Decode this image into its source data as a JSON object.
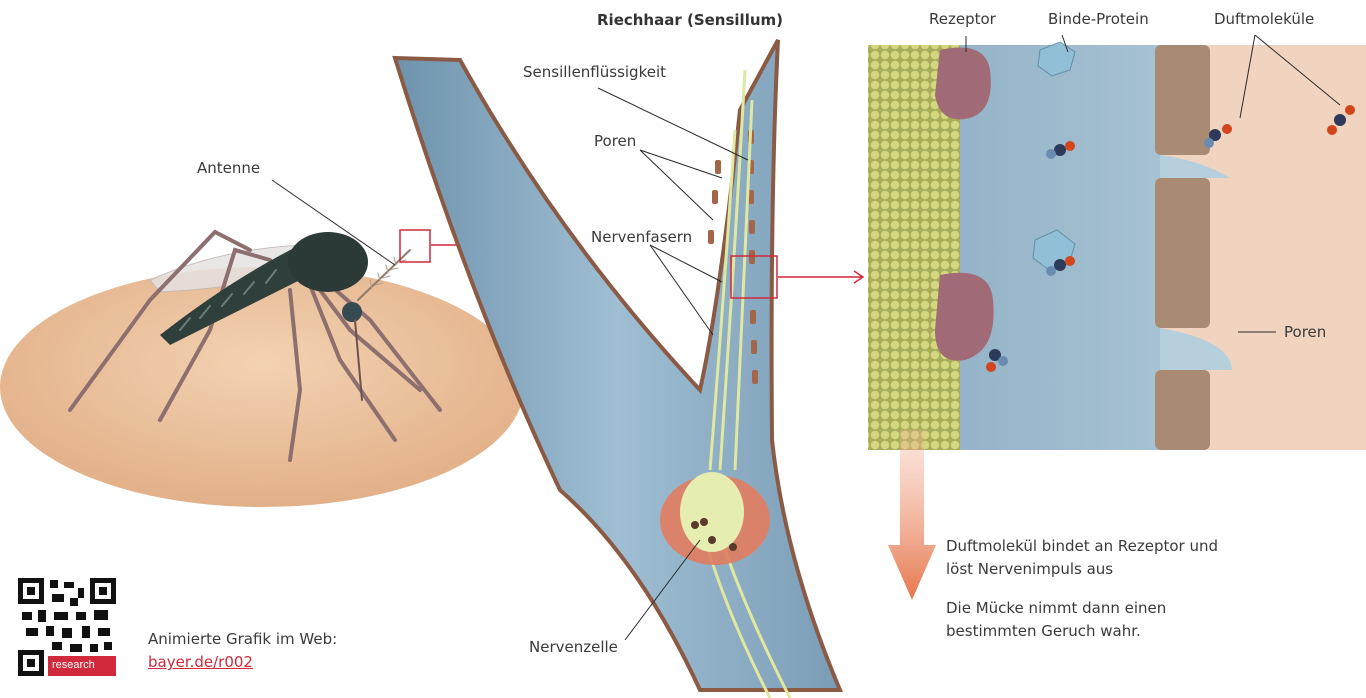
{
  "title": "Riechhaar (Sensillum)",
  "labels": {
    "antenne": "Antenne",
    "sensillen_fluessigkeit": "Sensillenflüssigkeit",
    "poren_left": "Poren",
    "nervenfasern": "Nervenfasern",
    "nervenzelle": "Nervenzelle",
    "rezeptor": "Rezeptor",
    "binde_protein": "Binde-Protein",
    "duftmolekuele": "Duftmoleküle",
    "poren_right": "Poren"
  },
  "caption": {
    "line1": "Duftmolekül bindet an Rezeptor und",
    "line2": "löst Nervenimpuls aus",
    "line3": "Die Mücke nimmt dann einen",
    "line4": "bestimmten Geruch wahr."
  },
  "web": {
    "label": "Animierte Grafik im Web:",
    "link": "bayer.de/r002",
    "qr_text": "research"
  },
  "colors": {
    "accent_red": "#d0293b",
    "arrow_orange": "#e8835c",
    "fluid_blue": "#8fb1c8",
    "wall_brown": "#8a5a44",
    "skin": "#ecc39f",
    "receptor": "#a06a76",
    "nerve": "#e6edb0"
  }
}
